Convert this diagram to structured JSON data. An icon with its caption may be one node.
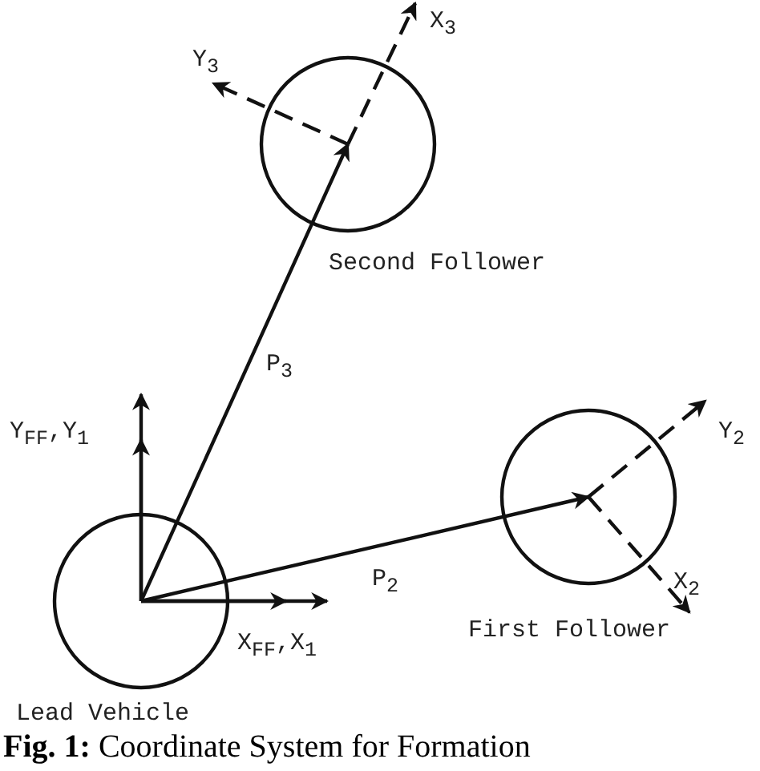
{
  "diagram": {
    "caption": "**Fig. 1:** Coordinate System for Formation",
    "nodes": [
      {
        "text": [],
        "shape": "circle",
        "beside": [
          "Lead Vehicle"
        ]
      },
      {
        "text": [],
        "shape": "circle",
        "beside": [
          "Second Follower"
        ]
      },
      {
        "text": [],
        "shape": "circle",
        "beside": [
          "First Follower"
        ]
      }
    ],
    "edges": [
      {
        "from": 0,
        "to": 1,
        "arrow": "to",
        "label": "P$_{3}$"
      },
      {
        "from": 0,
        "to": 2,
        "arrow": "to",
        "label": "P$_{2}$"
      }
    ],
    "labels": [
      "X$_{3}$",
      "Y$_{3}$",
      "Y$_{FF}$,Y$_{1}$",
      "Y$_{2}$",
      "X$_{2}$",
      "X$_{FF}$,X$_{1}$"
    ]
  }
}
